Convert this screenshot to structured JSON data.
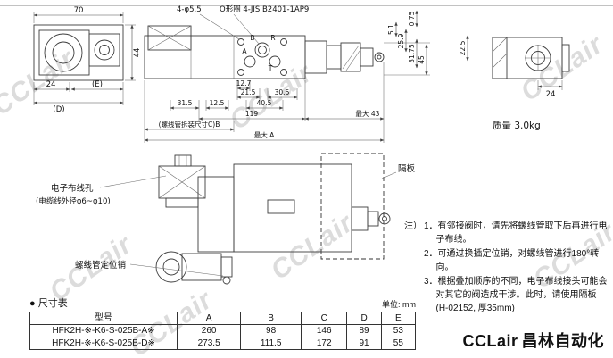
{
  "watermark": {
    "text": "CCLair"
  },
  "views": {
    "left": {
      "d70": "70",
      "d44": "44",
      "d24": "24",
      "dE": "(E)",
      "dD": "(D)"
    },
    "top": {
      "holes": "4-φ5.5",
      "oring": "O形圈  4-JIS B2401-1AP9",
      "portA": "A",
      "portB": "B",
      "portT": "T",
      "portR": "R",
      "d12_7": "12.7",
      "d21_5": "21.5",
      "d30_5": "30.5",
      "d31_5": "31.5",
      "d12_5": "12.5",
      "d40_5": "40.5",
      "d119": "119",
      "dmax43": "最大 43",
      "solC": "(螺线管拆装尺寸C)B",
      "dmaxA": "最大 A",
      "d5_1": "5.1",
      "d25_9": "25.9",
      "d0_75": "0.75",
      "d31_75": "31.75",
      "d45": "45",
      "d22_5": "22.5"
    },
    "right": {
      "d24": "24",
      "mass": "质量 3.0kg"
    },
    "front": {
      "wiring_hole": "电子布线孔",
      "cable": "(电缆线外径φ6~φ10)",
      "pin": "螺线管定位销",
      "baffle": "隔板"
    }
  },
  "notes": {
    "prefix": "注）",
    "items": [
      "1．有邻接阀时，请先将螺线管取下后再进行电子布线。",
      "2．可通过换插定位销，对螺线管进行180°转向。",
      "3．根据叠加顺序的不同，电子布线接头可能会对其它的阀造成干涉。此时，请使用隔板 (H-02152, 厚35mm)"
    ]
  },
  "table": {
    "title": "● 尺寸表",
    "unit": "单位: mm",
    "headers": [
      "型号",
      "A",
      "B",
      "C",
      "D",
      "E"
    ],
    "rows": [
      [
        "HFK2H-※-K6-S-025B-A※",
        "260",
        "98",
        "146",
        "89",
        "53"
      ],
      [
        "HFK2H-※-K6-S-025B-D※",
        "273.5",
        "111.5",
        "172",
        "91",
        "55"
      ]
    ]
  },
  "brand": {
    "latin": "CCLair",
    "cn": "昌林自动化"
  }
}
